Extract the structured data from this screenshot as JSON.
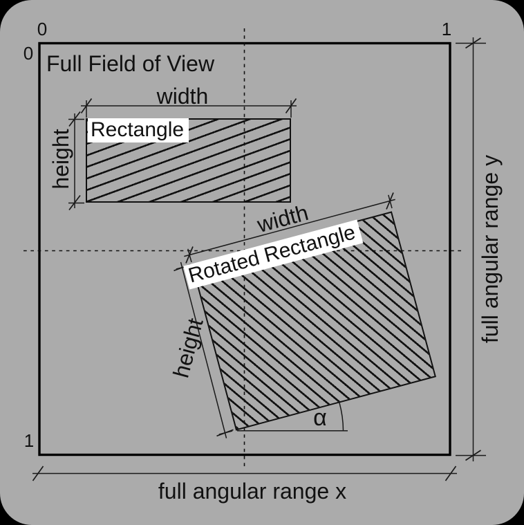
{
  "colors": {
    "background": "#000000",
    "panel": "#ababab",
    "line": "#111111",
    "label_background": "#ffffff"
  },
  "field": {
    "title": "Full Field of View",
    "corner_ticks": {
      "x0": "0",
      "x1": "1",
      "y0": "0",
      "y1": "1"
    }
  },
  "rectangle": {
    "name": "Rectangle",
    "width_label": "width",
    "height_label": "height"
  },
  "rotated_rectangle": {
    "name": "Rotated Rectangle",
    "width_label": "width",
    "height_label": "height",
    "angle_label": "α",
    "rotation_deg": -15
  },
  "axes": {
    "x_range_label": "full angular range x",
    "y_range_label": "full angular range y"
  }
}
